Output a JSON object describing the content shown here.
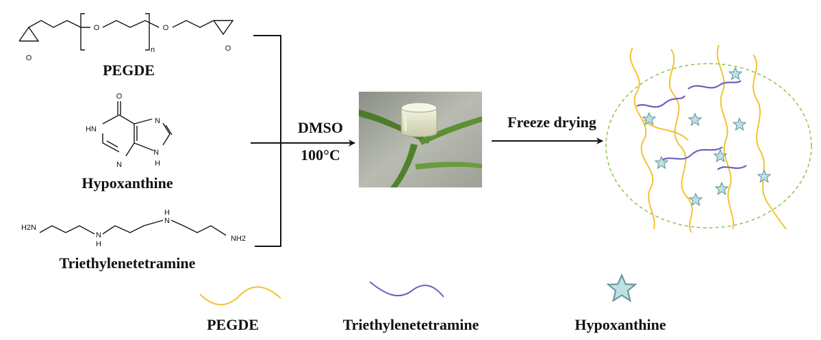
{
  "reactants": {
    "pegde": {
      "name": "PEGDE",
      "atoms": {
        "o_chain1": "O",
        "o_chain2": "O",
        "o_epox1": "O",
        "o_epox2": "O",
        "repeat": "n"
      }
    },
    "hypoxanthine": {
      "name": "Hypoxanthine",
      "atoms": {
        "o": "O",
        "n1": "N",
        "hn": "HN",
        "n3": "N",
        "n7": "N",
        "nh9": "H"
      }
    },
    "teta": {
      "name": "Triethylenetetramine",
      "atoms": {
        "h2n": "H2N",
        "nh_a": "N",
        "nh_a_h": "H",
        "nh_b": "H",
        "nh_b_n": "N",
        "nh2": "NH2"
      }
    }
  },
  "conditions": {
    "solvent": "DMSO",
    "temperature": "100°C",
    "process": "Freeze drying"
  },
  "colors": {
    "pegde": "#f2c230",
    "teta": "#6a5fc1",
    "hypoxanthine_fill": "#bfe1e3",
    "hypoxanthine_stroke": "#6a9a9e",
    "boundary": "#8bc34a"
  },
  "legend": {
    "pegde": "PEGDE",
    "teta": "Triethylenetetramine",
    "hypoxanthine": "Hypoxanthine"
  },
  "photo": {
    "description_icon": "hydrogel-photo"
  }
}
